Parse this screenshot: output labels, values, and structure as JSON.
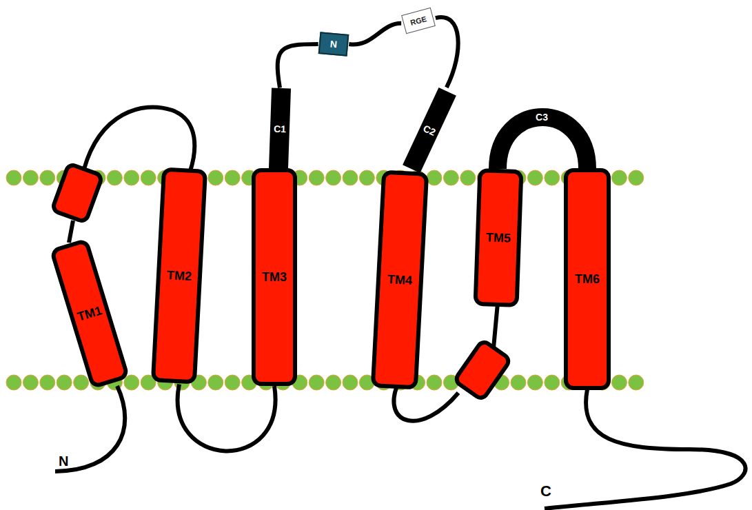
{
  "diagram": {
    "nodes": [
      {
        "text": [
          "TM1"
        ]
      },
      {
        "text": [
          "TM2"
        ]
      },
      {
        "text": [
          "TM3"
        ]
      },
      {
        "text": [
          "C1"
        ]
      },
      {
        "text": [
          "N"
        ]
      },
      {
        "text": [
          "RGE"
        ]
      },
      {
        "text": [
          "C2"
        ]
      },
      {
        "text": [
          "TM4"
        ]
      },
      {
        "text": [
          "TM5"
        ]
      },
      {
        "text": [
          "C3"
        ]
      },
      {
        "text": [
          "TM6"
        ]
      }
    ],
    "edges": [
      {
        "from": 1,
        "to": 2,
        "arrow": "none"
      },
      {
        "from": 3,
        "to": 4,
        "arrow": "none"
      },
      {
        "from": 4,
        "to": 5,
        "arrow": "none"
      },
      {
        "from": 5,
        "to": 6,
        "arrow": "none"
      }
    ],
    "labels": [
      "N",
      "C"
    ]
  }
}
